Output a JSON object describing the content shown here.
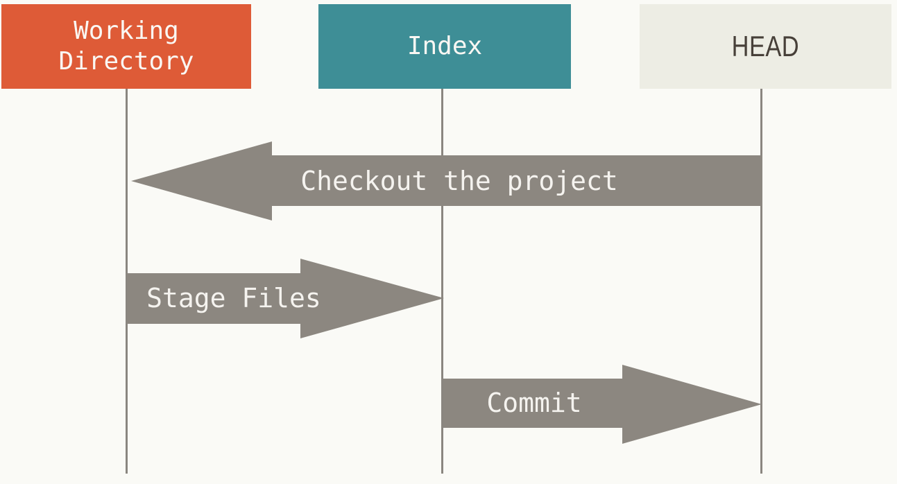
{
  "diagram": {
    "columns": [
      {
        "label": "Working\nDirectory",
        "color": "#DE5B37",
        "text_color": "#FAF7F3"
      },
      {
        "label": "Index",
        "color": "#3E8E96",
        "text_color": "#FAF7F3"
      },
      {
        "label": "HEAD",
        "color": "#EDEDE4",
        "text_color": "#474039"
      }
    ],
    "arrows": [
      {
        "label": "Checkout the project",
        "from": "HEAD",
        "to": "Working Directory",
        "direction": "left"
      },
      {
        "label": "Stage Files",
        "from": "Working Directory",
        "to": "Index",
        "direction": "right"
      },
      {
        "label": "Commit",
        "from": "Index",
        "to": "HEAD",
        "direction": "right"
      }
    ],
    "colors": {
      "background": "#FAFAF6",
      "arrow": "#8C8780",
      "lifeline": "#8A8680",
      "arrow_text": "#F5F3EF"
    }
  }
}
